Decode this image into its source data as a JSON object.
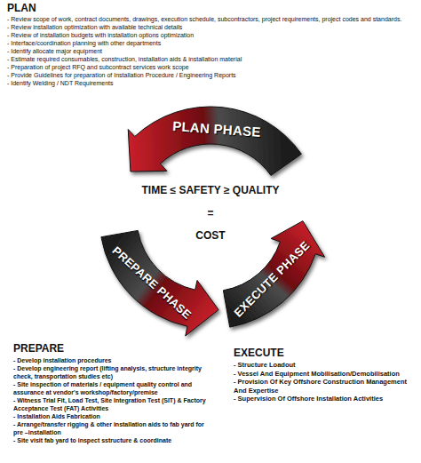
{
  "diagram": {
    "nodes": [
      {
        "text": [
          "PLAN PHASE"
        ]
      },
      {
        "text": [
          "PREPARE PHASE"
        ]
      },
      {
        "text": [
          "EXECUTE PHASE"
        ]
      }
    ],
    "labels": [
      "PLAN",
      "- Review scope of work, contract documents, drawings, execution schedule, subcontractors, project requirements, project codes and standards.",
      "- Review installation optimization with available technical details",
      "- Review of installation budgets with installation options optimization",
      "- Interface/coordination planning with other departments",
      "- Identify allocate major equipment",
      "- Estimate required consumables, construction, installation aids & installation material",
      "- Preparation of project RFQ and subcontract services work scope",
      "- Provide Guidelines for preparation of Installation Procedure / Engineering Reports",
      "- Identify Welding / NDT Requirements",
      "TIME ≤ SAFETY ≥ QUALITY",
      "=",
      "COST",
      "PREPARE",
      "- Develop installation procedures",
      "- Develop engineering report (lifting analysis, structure integrity check, transportation studies etc)",
      "- Site inspection of materials / equipment quality control and assurance at vendor's workshop/factory/premise",
      "- Witness Trial Fit, Load Test, Site Integration Test (SIT) & Factory Acceptance Test (FAT) Activities",
      "- Installation Aids Fabrication",
      "- Arrange/transfer rigging & other installation aids to fab yard for pre –installation",
      "- Site visit fab yard to inspect sstructure & coordinate",
      "EXECUTE",
      "- Structure Loadout",
      "- Vessel And Equipment Mobilisation/Demobilisation",
      "- Provision Of Key Offshore Construction Management And Expertise",
      "- Supervision Of Offshore Installation Activities"
    ]
  }
}
